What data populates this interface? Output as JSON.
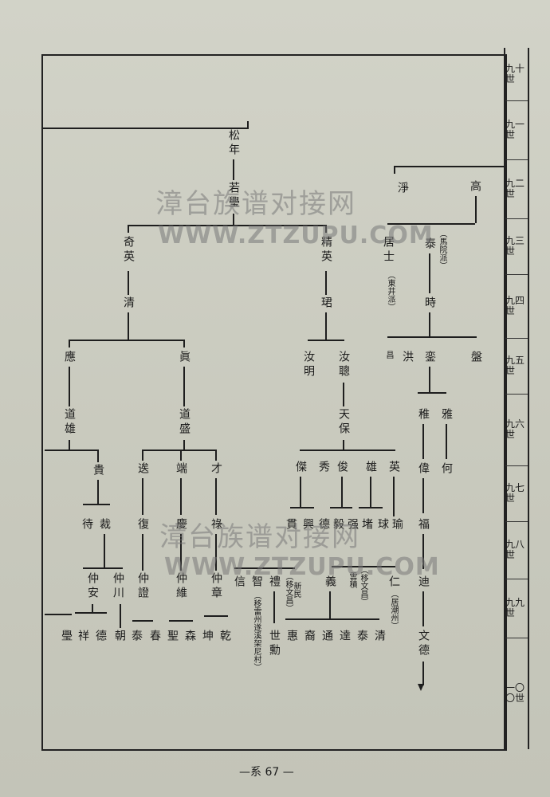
{
  "generations": [
    "九十世",
    "九一世",
    "九二世",
    "九三世",
    "九四世",
    "九五世",
    "九六世",
    "九七世",
    "九八世",
    "九九世",
    "一〇〇世"
  ],
  "watermark": {
    "line1": "漳台族谱对接网",
    "line2": "WWW.ZTZUPU.COM"
  },
  "page_number": "—系 67 —",
  "names": {
    "song": "松",
    "nian": "年",
    "ruo": "若",
    "yu": "璺",
    "qi": "奇",
    "ying1": "英",
    "qing": "清",
    "ying2": "應",
    "dao1": "道",
    "xiong1": "雄",
    "zhen": "眞",
    "dao2": "道",
    "sheng": "盛",
    "gui": "貴",
    "dai": "待",
    "zai": "裁",
    "zhong1": "仲",
    "an": "安",
    "zhong2": "仲",
    "chuan": "川",
    "yu2": "璺",
    "xiang": "祥",
    "de": "德",
    "chao": "朝",
    "dui": "逘",
    "fu": "復",
    "zhong3": "仲",
    "deng": "證",
    "tai1": "泰",
    "chun": "春",
    "duan": "端",
    "qing2": "慶",
    "zhong4": "仲",
    "wei": "維",
    "sheng2": "聖",
    "sen": "森",
    "cai": "才",
    "lu": "祿",
    "zhong5": "仲",
    "zhang": "章",
    "kun": "坤",
    "qian": "乾",
    "jing": "精",
    "ying3": "英",
    "jun": "珺",
    "ru1": "汝",
    "ming": "明",
    "ru2": "汝",
    "cong": "聰",
    "tian": "天",
    "bao": "保",
    "jie": "傑",
    "xiu": "秀",
    "jun2": "俊",
    "xiong2": "雄",
    "ying4": "英",
    "gui2": "貫",
    "xing": "興",
    "de2": "德",
    "yi": "毅",
    "qiang": "强",
    "du": "堵",
    "qiu": "球",
    "yu3": "瑜",
    "xin": "信",
    "zhi": "智",
    "li": "禮",
    "xinmin": "新民",
    "yi2": "義",
    "ren": "仁",
    "shi": "世",
    "xun": "勳",
    "hui": "惠",
    "yu4": "裔",
    "tong": "通",
    "da": "達",
    "tai2": "泰",
    "qing3": "清",
    "jing2": "淨",
    "gao": "高",
    "ju": "居",
    "shi2": "士",
    "tai3": "泰",
    "shi3": "時",
    "hong": "洪",
    "ji": "銮",
    "pan": "盤",
    "yong": "昌",
    "zhi2": "稚",
    "ya": "雅",
    "wei2": "偉",
    "he": "何",
    "fu2": "福",
    "di": "迪",
    "wen": "文",
    "de3": "德"
  },
  "notes": {
    "madian": "（馬院派）",
    "dongjing": "（東井派）",
    "yiwenchang1": "（移文昌）",
    "yiwenchang2": "（移文昌）",
    "yunji": "雲積",
    "chaozhou": "（居潮州）",
    "leizhou": "（移雷州遂溪架尼村）"
  }
}
